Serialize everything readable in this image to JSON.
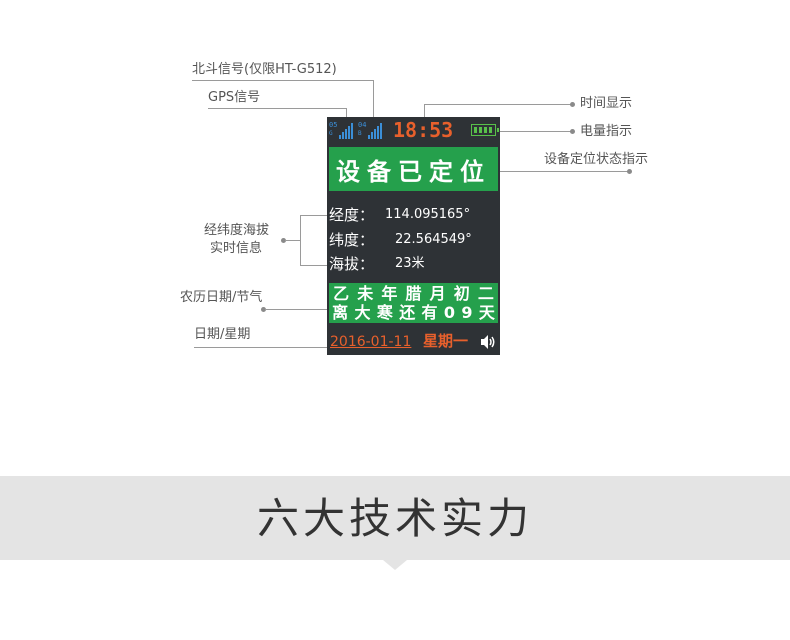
{
  "labels": {
    "beidou_signal": "北斗信号(仅限HT-G512)",
    "gps_signal": "GPS信号",
    "time_display": "时间显示",
    "battery_indicator": "电量指示",
    "location_status": "设备定位状态指示",
    "coords_realtime_line1": "经纬度海拔",
    "coords_realtime_line2": "实时信息",
    "lunar_solar_term": "农历日期/节气",
    "date_weekday": "日期/星期"
  },
  "device": {
    "gps_count": "05",
    "beidou_count": "04",
    "clock": "18:53",
    "battery_level": 1.0,
    "status": "设备已定位",
    "longitude_label": "经度：",
    "longitude_value": "114.095165°",
    "latitude_label": "纬度：",
    "latitude_value": "22.564549°",
    "altitude_label": "海拔：",
    "altitude_value": "23米",
    "lunar_line1": [
      "乙",
      "未",
      "年",
      "腊",
      "月",
      "初",
      "二"
    ],
    "lunar_line2": [
      "离",
      "大",
      "寒",
      "还",
      "有",
      "0",
      "9",
      "天"
    ],
    "date": "2016-01-11",
    "weekday": "星期一"
  },
  "footer": {
    "title": "六大技术实力"
  },
  "colors": {
    "screen_bg": "#2e3236",
    "accent_green": "#25a04c",
    "accent_orange": "#e8602c",
    "signal_blue": "#3b8fd8"
  }
}
